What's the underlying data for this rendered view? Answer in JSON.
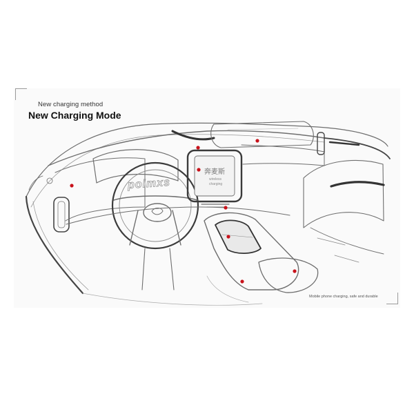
{
  "header": {
    "subtitle": "New charging method",
    "title": "New Charging Mode"
  },
  "sketch": {
    "logo_text": "polmxs",
    "screen_brand": "奔麦斯",
    "screen_line_1": "wireless",
    "screen_line_2": "charging"
  },
  "footer": {
    "caption": "Mobile phone charging, safe and durable"
  },
  "colors": {
    "marker": "#c8121b",
    "line": "#6e6e6e",
    "background": "#ffffff"
  }
}
